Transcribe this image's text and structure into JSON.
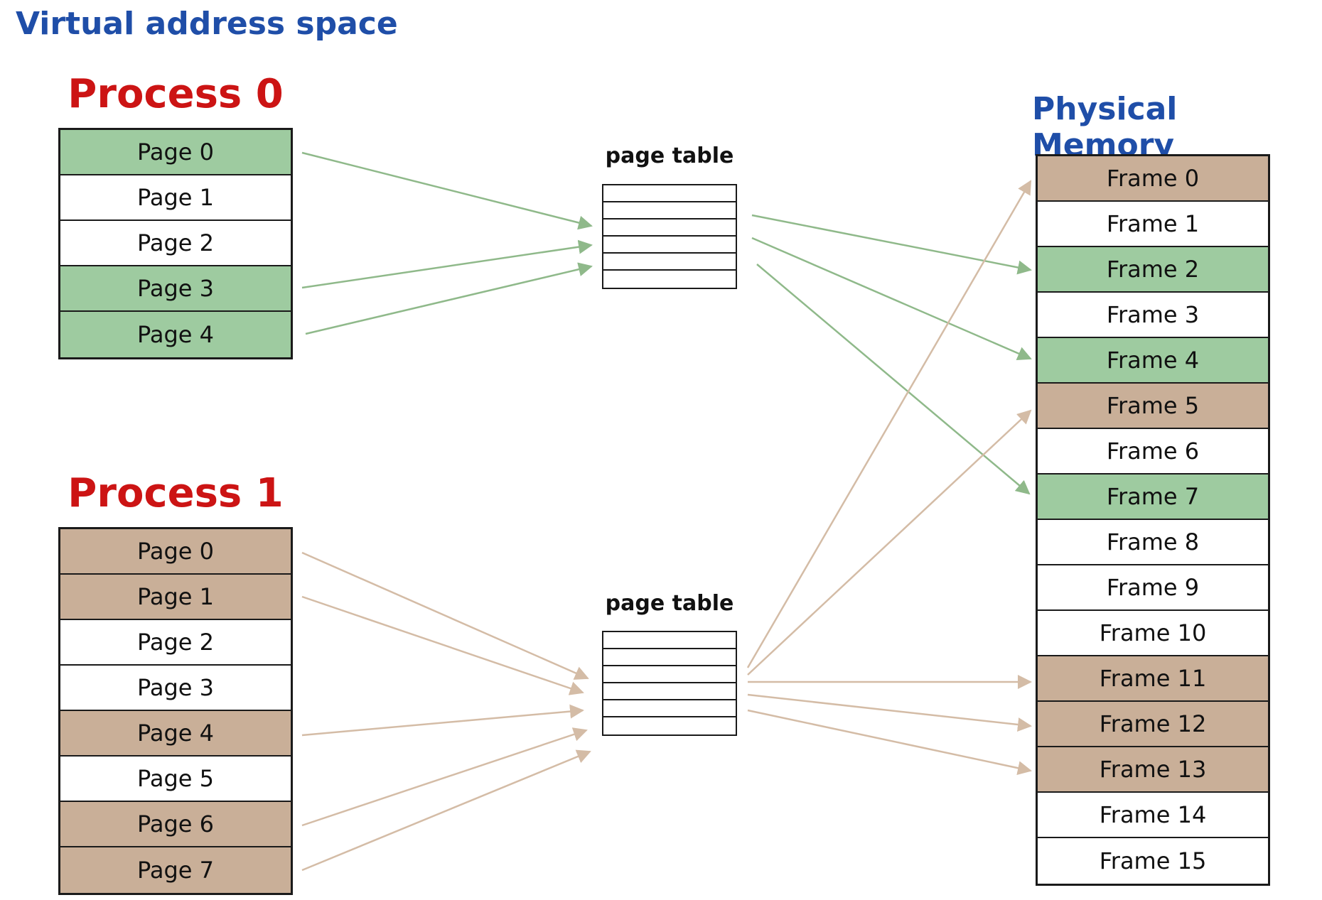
{
  "titles": {
    "virtual": "Virtual address space",
    "physical": "Physical Memory"
  },
  "processes": [
    {
      "title": "Process 0",
      "pages": [
        {
          "label": "Page 0",
          "color": "green"
        },
        {
          "label": "Page 1",
          "color": "white"
        },
        {
          "label": "Page 2",
          "color": "white"
        },
        {
          "label": "Page 3",
          "color": "green"
        },
        {
          "label": "Page 4",
          "color": "green"
        }
      ],
      "page_table_label": "page table"
    },
    {
      "title": "Process 1",
      "pages": [
        {
          "label": "Page 0",
          "color": "brown"
        },
        {
          "label": "Page 1",
          "color": "brown"
        },
        {
          "label": "Page 2",
          "color": "white"
        },
        {
          "label": "Page 3",
          "color": "white"
        },
        {
          "label": "Page 4",
          "color": "brown"
        },
        {
          "label": "Page 5",
          "color": "white"
        },
        {
          "label": "Page 6",
          "color": "brown"
        },
        {
          "label": "Page 7",
          "color": "brown"
        }
      ],
      "page_table_label": "page table"
    }
  ],
  "frames": [
    {
      "label": "Frame 0",
      "color": "brown"
    },
    {
      "label": "Frame 1",
      "color": "white"
    },
    {
      "label": "Frame 2",
      "color": "green"
    },
    {
      "label": "Frame 3",
      "color": "white"
    },
    {
      "label": "Frame 4",
      "color": "green"
    },
    {
      "label": "Frame 5",
      "color": "brown"
    },
    {
      "label": "Frame 6",
      "color": "white"
    },
    {
      "label": "Frame 7",
      "color": "green"
    },
    {
      "label": "Frame 8",
      "color": "white"
    },
    {
      "label": "Frame 9",
      "color": "white"
    },
    {
      "label": "Frame 10",
      "color": "white"
    },
    {
      "label": "Frame 11",
      "color": "brown"
    },
    {
      "label": "Frame 12",
      "color": "brown"
    },
    {
      "label": "Frame 13",
      "color": "brown"
    },
    {
      "label": "Frame 14",
      "color": "white"
    },
    {
      "label": "Frame 15",
      "color": "white"
    }
  ],
  "colors": {
    "green_fill": "#9ecba0",
    "brown_fill": "#c9af98",
    "green_arrow": "#8fb98a",
    "brown_arrow": "#d4bca6",
    "title_blue": "#1f4ea8",
    "process_red": "#cc1414"
  }
}
